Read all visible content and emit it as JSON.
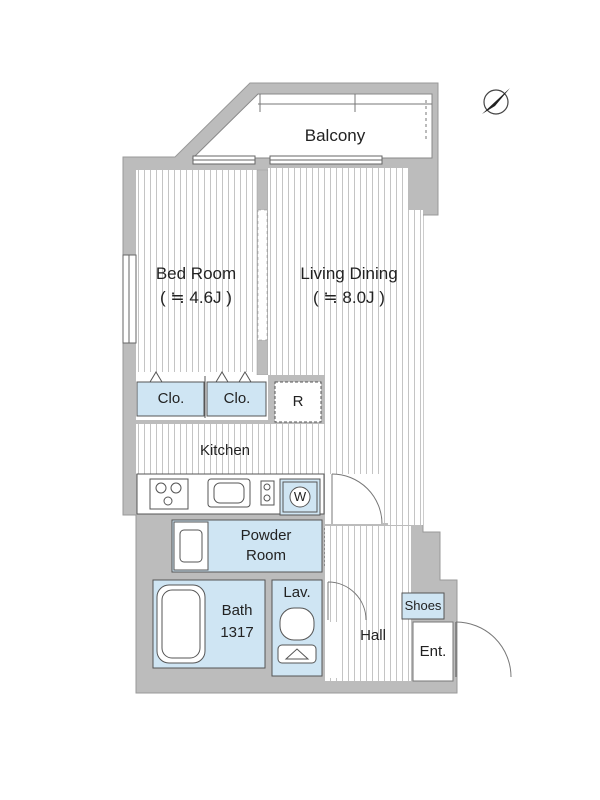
{
  "rooms": {
    "balcony": "Balcony",
    "bed_room": "Bed Room",
    "bed_room_size": "( ≒ 4.6J )",
    "living_dining": "Living Dining",
    "living_dining_size": "( ≒ 8.0J )",
    "closet_1": "Clo.",
    "closet_2": "Clo.",
    "refrigerator": "R",
    "kitchen": "Kitchen",
    "washer": "W",
    "powder_room_line1": "Powder",
    "powder_room_line2": "Room",
    "bath": "Bath",
    "bath_size": "1317",
    "lavatory": "Lav.",
    "hall": "Hall",
    "shoes": "Shoes",
    "entrance": "Ent."
  },
  "colors": {
    "wall": "#bcbcbc",
    "fixture": "#cfe5f3",
    "line": "#555555"
  }
}
